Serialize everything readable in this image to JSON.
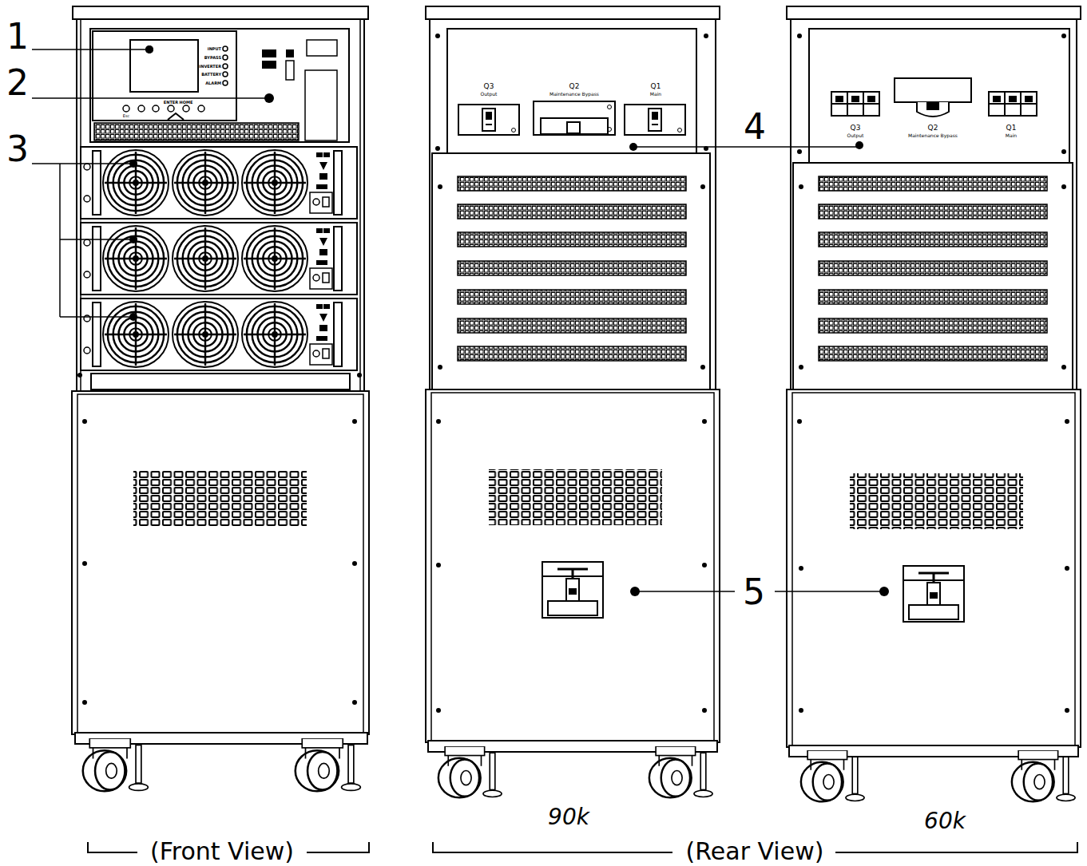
{
  "diagram": {
    "labels": [
      "1",
      "2",
      "3",
      "INPUT",
      "BYPASS",
      "INVERTER",
      "BATTERY",
      "ALARM",
      "Esc",
      "ENTER",
      "HOME",
      "Q3",
      "Output",
      "Q2",
      "Maintenance Bypass",
      "Q1",
      "Main",
      "4",
      "Q3",
      "Output",
      "Q2",
      "Maintenance Bypass",
      "Q1",
      "Main",
      "5",
      "90k",
      "60k",
      "(Front View)",
      "(Rear View)"
    ]
  }
}
